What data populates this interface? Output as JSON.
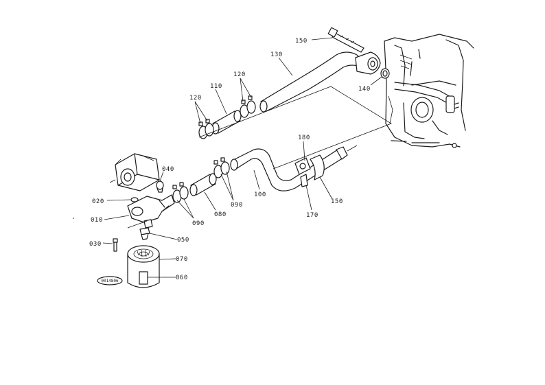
{
  "callouts": {
    "c010": "010",
    "c020": "020",
    "c030": "030",
    "c040": "040",
    "c050": "050",
    "c060": "060",
    "c070": "070",
    "c080": "080",
    "c090a": "090",
    "c090b": "090",
    "c100": "100",
    "c110": "110",
    "c120a": "120",
    "c120b": "120",
    "c130": "130",
    "c140": "140",
    "c150a": "150",
    "c150b": "150",
    "c170": "170",
    "c180": "180"
  },
  "stamp": "0014806",
  "colors": {
    "ink": "#1a1a1a",
    "paper": "#ffffff"
  }
}
